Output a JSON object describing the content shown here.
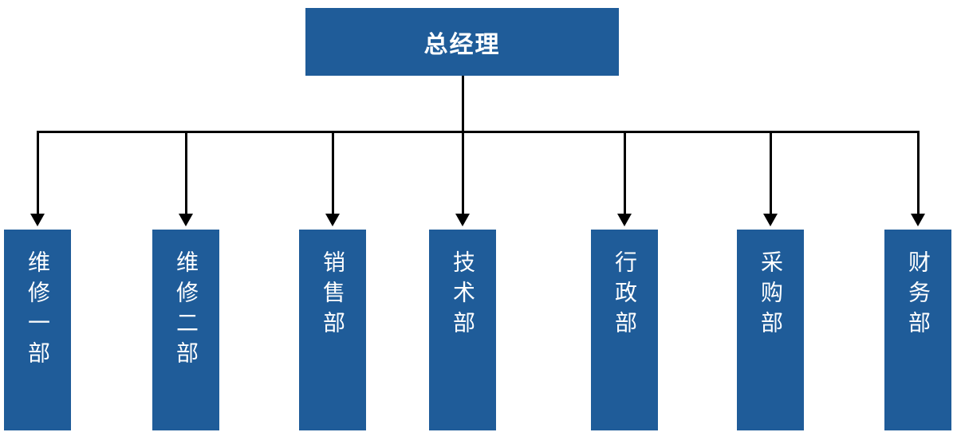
{
  "root": {
    "label": "总经理"
  },
  "departments": [
    {
      "label": "维修一部"
    },
    {
      "label": "维修二部"
    },
    {
      "label": "销售部"
    },
    {
      "label": "技术部"
    },
    {
      "label": "行政部"
    },
    {
      "label": "采购部"
    },
    {
      "label": "财务部"
    }
  ],
  "colors": {
    "box_fill": "#1F5C99",
    "box_text": "#FFFFFF",
    "connector": "#000000",
    "background": "#FFFFFF"
  }
}
